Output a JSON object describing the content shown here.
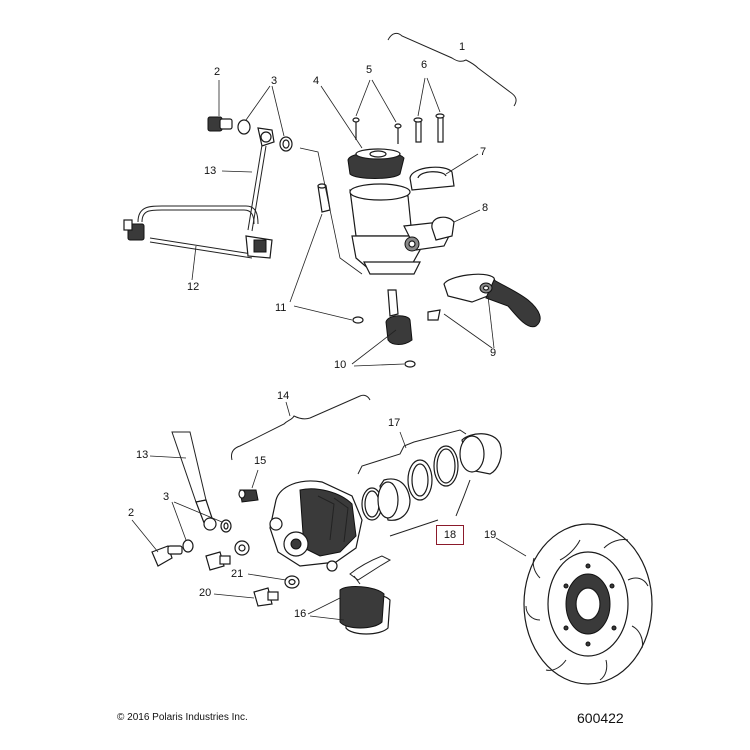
{
  "callouts": [
    {
      "id": "c1",
      "label": "1"
    },
    {
      "id": "c2a",
      "label": "2"
    },
    {
      "id": "c3a",
      "label": "3"
    },
    {
      "id": "c4",
      "label": "4"
    },
    {
      "id": "c5",
      "label": "5"
    },
    {
      "id": "c6",
      "label": "6"
    },
    {
      "id": "c7",
      "label": "7"
    },
    {
      "id": "c8",
      "label": "8"
    },
    {
      "id": "c9",
      "label": "9"
    },
    {
      "id": "c10",
      "label": "10"
    },
    {
      "id": "c11",
      "label": "11"
    },
    {
      "id": "c12",
      "label": "12"
    },
    {
      "id": "c13a",
      "label": "13"
    },
    {
      "id": "c14",
      "label": "14"
    },
    {
      "id": "c13b",
      "label": "13"
    },
    {
      "id": "c15",
      "label": "15"
    },
    {
      "id": "c3b",
      "label": "3"
    },
    {
      "id": "c2b",
      "label": "2"
    },
    {
      "id": "c17",
      "label": "17"
    },
    {
      "id": "c19",
      "label": "19"
    },
    {
      "id": "c21",
      "label": "21"
    },
    {
      "id": "c20",
      "label": "20"
    },
    {
      "id": "c16",
      "label": "16"
    }
  ],
  "highlighted_callout": "18",
  "footer": {
    "copyright": "© 2016 Polaris Industries Inc.",
    "diagram_number": "600422"
  },
  "colors": {
    "highlight_border": "#8b1a2b",
    "line": "#1a1a1a"
  }
}
